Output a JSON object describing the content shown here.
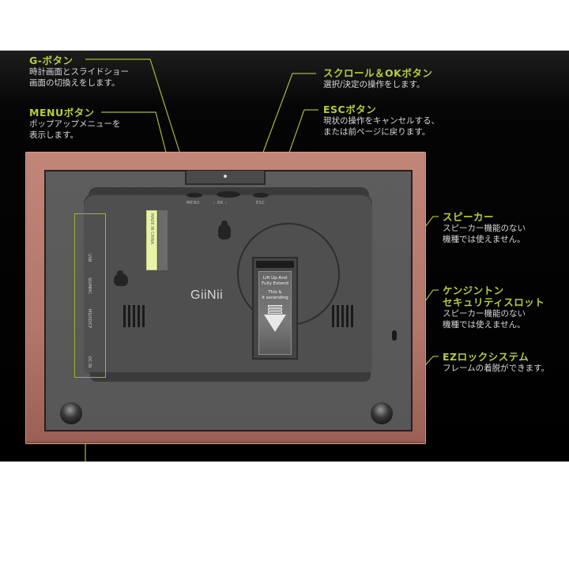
{
  "annotations": {
    "g_button": {
      "title": "G-ボタン",
      "desc": [
        "時計画面とスライドショー",
        "画面の切換えをします。"
      ]
    },
    "menu_button": {
      "title": "MENUボタン",
      "desc": [
        "ポップアップメニューを",
        "表示します。"
      ]
    },
    "scroll_ok_button": {
      "title": "スクロール＆OKボタン",
      "desc": [
        "選択/決定の操作をします。"
      ]
    },
    "esc_button": {
      "title": "ESCボタン",
      "desc": [
        "現状の操作をキャンセルする、",
        "または前ページに戻ります。"
      ]
    },
    "speaker": {
      "title": "スピーカー",
      "desc": [
        "スピーカー機能のない",
        "機種では使えません。"
      ]
    },
    "kensington": {
      "title": [
        "ケンジントン",
        "セキュリティスロット"
      ],
      "desc": [
        "スピーカー機能のない",
        "機種では使えません。"
      ]
    },
    "ez_lock": {
      "title": "EZロックシステム",
      "desc": [
        "フレームの着脱ができます。"
      ]
    }
  },
  "device": {
    "logo": "GiiNii",
    "hw_labels": {
      "menu": "MENU",
      "scroll": "‹  OK  ›",
      "esc": "ESC"
    },
    "stand_tag": [
      "Lift Up  And",
      "Fully Extend",
      "This  &",
      "it ascending"
    ],
    "sticker_text": "MADE IN CHINA",
    "ports": [
      "USB",
      "SD/MMC",
      "MS/XD/CF",
      "DC IN"
    ]
  },
  "colors": {
    "accent": "#b9cc3c",
    "frame": "#b2766a",
    "panel": "#585858",
    "background": "#000000"
  }
}
